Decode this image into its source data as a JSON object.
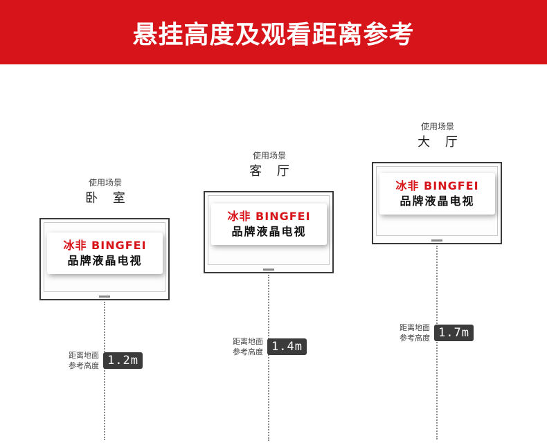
{
  "banner": {
    "title": "悬挂高度及观看距离参考"
  },
  "scenes": [
    {
      "caption": "使用场景",
      "name": "卧 室",
      "tv": {
        "brand": "冰非 BINGFEI",
        "tagline": "品牌液晶电视"
      },
      "height_label_line1": "距离地面",
      "height_label_line2": "参考高度",
      "height_value": "1.2m"
    },
    {
      "caption": "使用场景",
      "name": "客 厅",
      "tv": {
        "brand": "冰非 BINGFEI",
        "tagline": "品牌液晶电视"
      },
      "height_label_line1": "距离地面",
      "height_label_line2": "参考高度",
      "height_value": "1.4m"
    },
    {
      "caption": "使用场景",
      "name": "大 厅",
      "tv": {
        "brand": "冰非 BINGFEI",
        "tagline": "品牌液晶电视"
      },
      "height_label_line1": "距离地面",
      "height_label_line2": "参考高度",
      "height_value": "1.7m"
    }
  ],
  "colors": {
    "accent": "#d7141a",
    "badge": "#3b3b3b"
  }
}
